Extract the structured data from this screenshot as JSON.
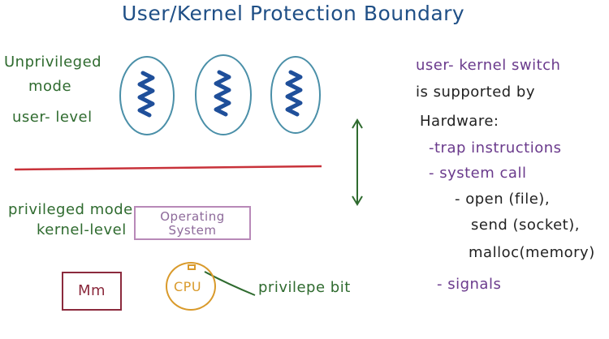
{
  "title": "User/Kernel Protection Boundary",
  "user_side": {
    "unprivileged_line1": "Unprivileged",
    "unprivileged_line2": "mode",
    "user_level": "user- level"
  },
  "kernel_side": {
    "privileged_mode": "privileged mode",
    "kernel_level": "kernel-level",
    "os_label": "Operating System"
  },
  "hardware": {
    "mm_label": "Mm",
    "cpu_label": "CPU",
    "privilege_bit_label": "privilepe bit"
  },
  "notes": {
    "line1": "user- kernel switch",
    "line2": "is supported by",
    "line3": "Hardware:",
    "item_trap": "-trap instructions",
    "item_syscall": "- system call",
    "sub_open": "- open (file),",
    "sub_send": "send (socket),",
    "sub_malloc": "malloc(memory)",
    "item_signals": "- signals"
  },
  "colors": {
    "title": "#1f4f86",
    "green_text": "#2f6b2f",
    "boundary_line": "#c8323a",
    "process_oval": "#4a8fa8",
    "thread_squiggle": "#1f4f9a",
    "os_box": "#b889b8",
    "mm_box": "#8b2a3d",
    "cpu": "#d99a2b",
    "purple_text": "#6a3a8c",
    "arrow": "#2f6b2f"
  },
  "icons": {
    "processes": [
      "thread-squiggle-icon",
      "thread-squiggle-icon",
      "thread-squiggle-icon"
    ],
    "switch_arrow": "double-headed-arrow-icon"
  }
}
